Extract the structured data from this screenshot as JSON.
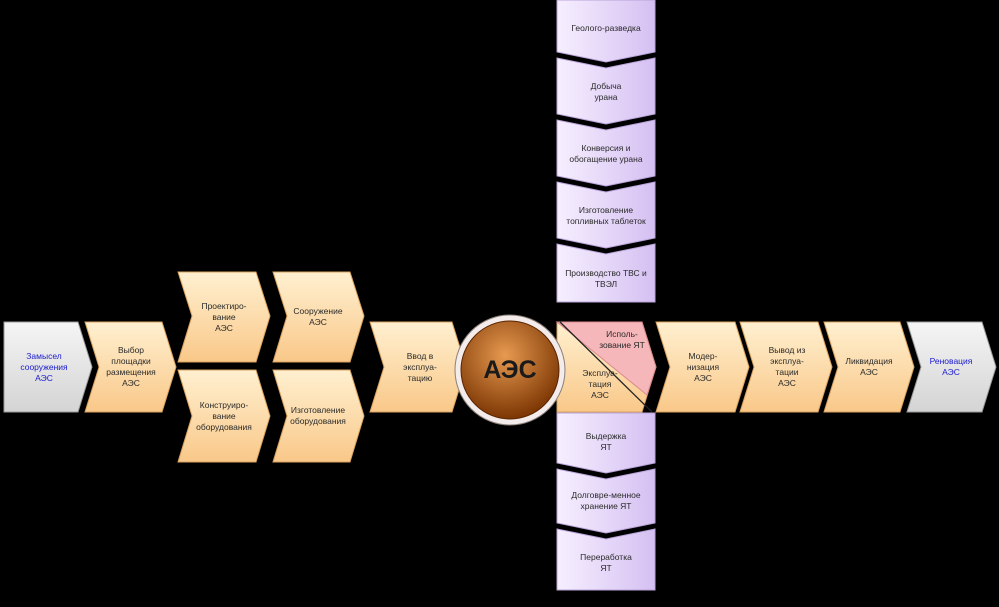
{
  "hub": {
    "label": "АЭС"
  },
  "nodes": {
    "idea": "Замысел\nсооружения\nАЭС",
    "site": "Выбор\nплощадки\nразмещения\nАЭС",
    "design": "Проектиро-\nвание\nАЭС",
    "construct_equip": "Конструиро-\nвание\nоборудования",
    "build": "Сооружение\nАЭС",
    "make_equip": "Изготовление\nоборудования",
    "commission": "Ввод в\nэксплуа-\nтацию",
    "use_nf": "Исполь-\nзование ЯТ",
    "operation": "Эксплуа-\nтация\nАЭС",
    "modern": "Модер-\nнизация\nАЭС",
    "decom": "Вывод из\nэксплуа-\nтации\nАЭС",
    "liquid": "Ликвидация\nАЭС",
    "renov": "Реновация\nАЭС"
  },
  "fuel_cycle": [
    "Геолого-разведка",
    "Добыча\nурана",
    "Конверсия и\nобогащение урана",
    "Изготовление\nтопливных таблеток",
    "Производство ТВС и\nТВЭЛ",
    "Выдержка\nЯТ",
    "Долговре-менное\nхранение ЯТ",
    "Переработка\nЯТ"
  ],
  "colors": {
    "background": "#000000",
    "orange_light": "#fff0d0",
    "orange_dark": "#f9c889",
    "grey_light": "#f5f5f5",
    "grey_dark": "#d4d4d4",
    "purple_light": "#f6efff",
    "purple_dark": "#d5c0f2",
    "pink": "#f6b7ba",
    "hub_light": "#e79a50",
    "hub_dark": "#7c3603",
    "hub_ring": "#f3ecea",
    "label": "#2a2a2a",
    "label_blue": "#1a1ad0"
  }
}
